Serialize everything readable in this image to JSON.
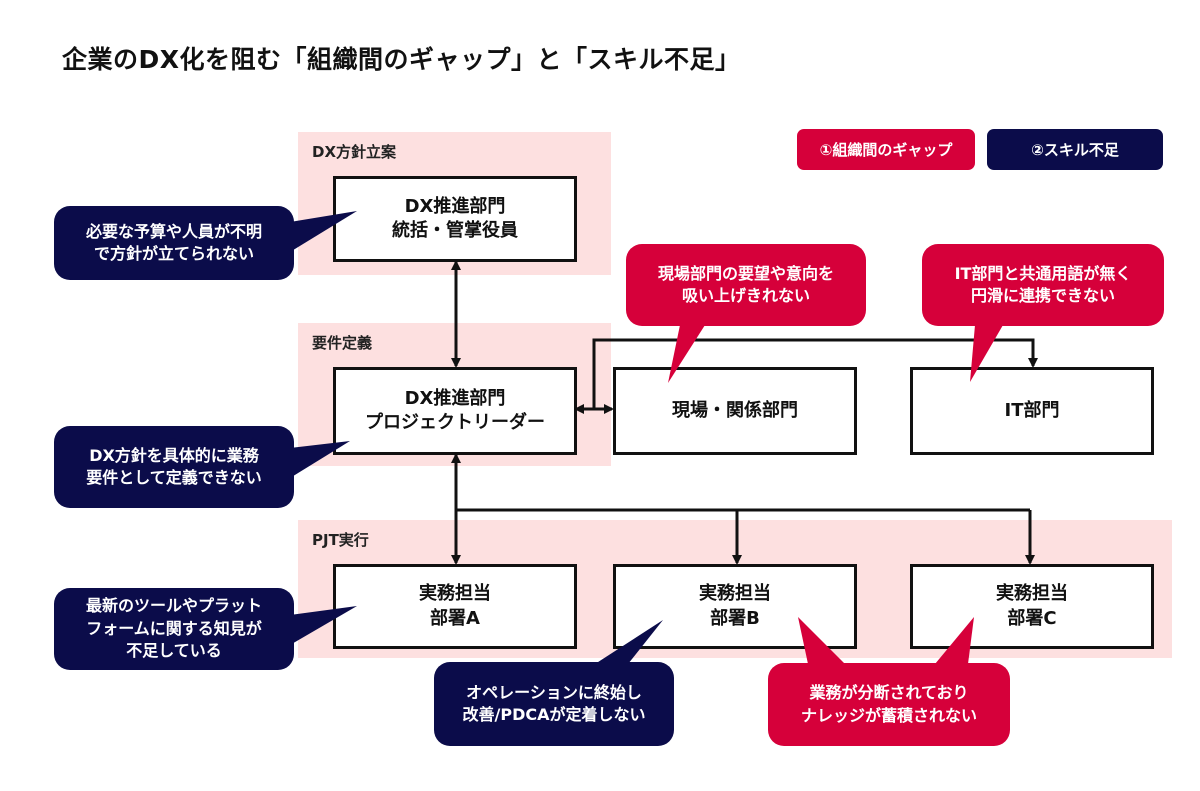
{
  "title": "企業のDX化を阻む「組織間のギャップ」と「スキル不足」",
  "colors": {
    "gap": "#d6003a",
    "skill": "#0b0c4a",
    "band": "#fde0e0",
    "line": "#111111"
  },
  "legend": [
    {
      "label": "①組織間のギャップ",
      "category": "gap"
    },
    {
      "label": "②スキル不足",
      "category": "skill"
    }
  ],
  "phases": [
    {
      "label": "DX方針立案"
    },
    {
      "label": "要件定義"
    },
    {
      "label": "PJT実行"
    }
  ],
  "nodes": {
    "dx_exec": {
      "lines": [
        "DX推進部門",
        "統括・管掌役員"
      ]
    },
    "dx_pl": {
      "lines": [
        "DX推進部門",
        "プロジェクトリーダー"
      ]
    },
    "field": {
      "lines": [
        "現場・関係部門"
      ]
    },
    "it": {
      "lines": [
        "IT部門"
      ]
    },
    "dept_a": {
      "lines": [
        "実務担当",
        "部署A"
      ]
    },
    "dept_b": {
      "lines": [
        "実務担当",
        "部署B"
      ]
    },
    "dept_c": {
      "lines": [
        "実務担当",
        "部署C"
      ]
    }
  },
  "bubbles": [
    {
      "category": "skill",
      "lines": [
        "必要な予算や人員が不明",
        "で方針が立てられない"
      ],
      "target": "dx_exec"
    },
    {
      "category": "gap",
      "lines": [
        "現場部門の要望や意向を",
        "吸い上げきれない"
      ],
      "target": "field"
    },
    {
      "category": "gap",
      "lines": [
        "IT部門と共通用語が無く",
        "円滑に連携できない"
      ],
      "target": "it"
    },
    {
      "category": "skill",
      "lines": [
        "DX方針を具体的に業務",
        "要件として定義できない"
      ],
      "target": "dx_pl"
    },
    {
      "category": "skill",
      "lines": [
        "最新のツールやプラット",
        "フォームに関する知見が",
        "不足している"
      ],
      "target": "dept_a"
    },
    {
      "category": "skill",
      "lines": [
        "オペレーションに終始し",
        "改善/PDCAが定着しない"
      ],
      "target": "dept_b"
    },
    {
      "category": "gap",
      "lines": [
        "業務が分断されており",
        "ナレッジが蓄積されない"
      ],
      "target": "dept_b,dept_c"
    }
  ],
  "connections": [
    {
      "from": "dx_exec",
      "to": "dx_pl",
      "type": "bidirectional"
    },
    {
      "from": "dx_pl",
      "to": "field",
      "type": "bidirectional"
    },
    {
      "from": "dx_pl",
      "to": "it",
      "type": "directed"
    },
    {
      "from": "dx_pl",
      "to": "dept_a",
      "type": "bidirectional"
    },
    {
      "from": "dx_pl",
      "to": "dept_b",
      "type": "directed"
    },
    {
      "from": "dx_pl",
      "to": "dept_c",
      "type": "directed"
    }
  ]
}
